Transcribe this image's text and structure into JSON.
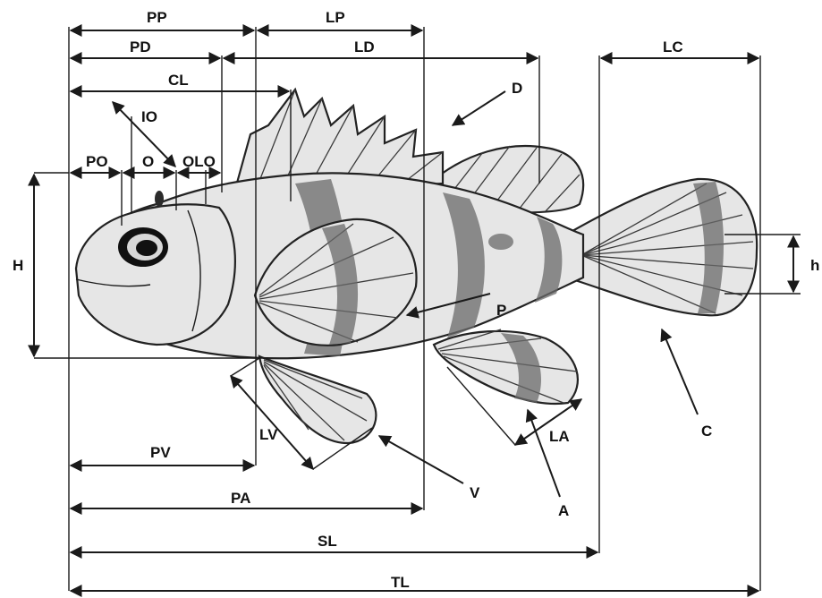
{
  "labels": {
    "PP": "PP",
    "LP": "LP",
    "PD": "PD",
    "LD": "LD",
    "LC": "LC",
    "CL": "CL",
    "D": "D",
    "IO": "IO",
    "PO": "PO",
    "O": "O",
    "OLO": "OLO",
    "H": "H",
    "h": "h",
    "P": "P",
    "LV": "LV",
    "PV": "PV",
    "V": "V",
    "LA": "LA",
    "A": "A",
    "C": "C",
    "PA": "PA",
    "SL": "SL",
    "TL": "TL"
  }
}
